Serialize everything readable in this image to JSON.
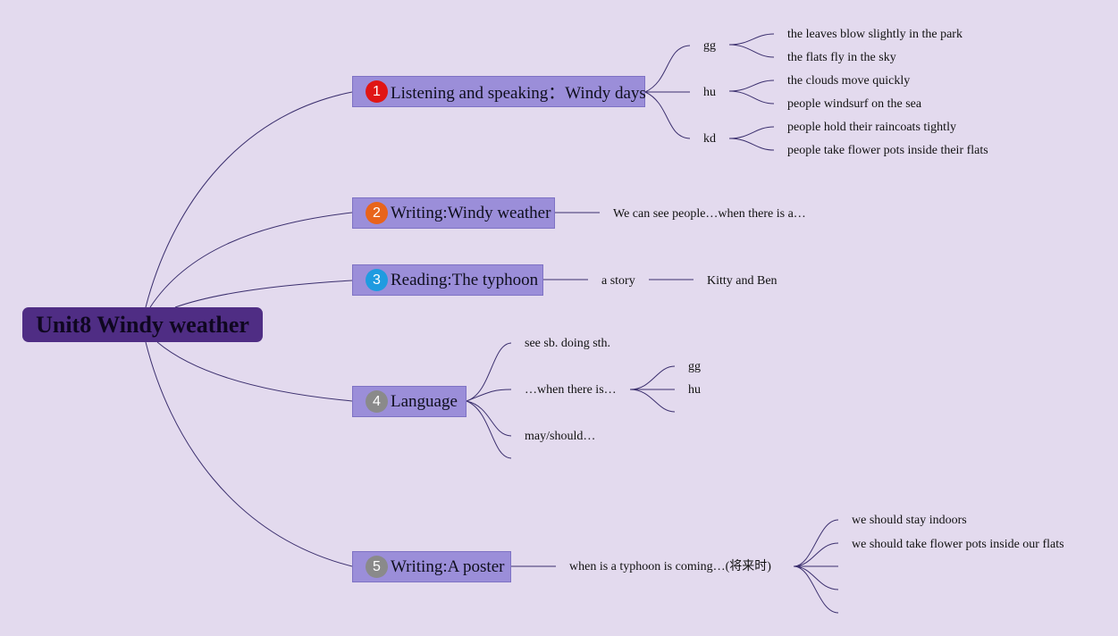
{
  "title": "Unit8 Windy weather",
  "colors": {
    "background": "#e3daee",
    "root": "#4f2d84",
    "branch": "#9b8ed9",
    "line": "#3b2f6e"
  },
  "branches": [
    {
      "number": "1",
      "number_color": "#e01515",
      "label": "Listening and speaking：Windy days",
      "children": [
        {
          "label": "gg",
          "children": [
            "the leaves blow slightly in the park",
            "the flats fly in the sky"
          ]
        },
        {
          "label": "hu",
          "children": [
            "the clouds move quickly",
            "people windsurf on the sea"
          ]
        },
        {
          "label": "kd",
          "children": [
            "people hold their raincoats tightly",
            "people take flower pots inside their flats"
          ]
        }
      ]
    },
    {
      "number": "2",
      "number_color": "#e8641b",
      "label": "Writing:Windy weather",
      "children": [
        {
          "label": "We can see people…when there is a…"
        }
      ]
    },
    {
      "number": "3",
      "number_color": "#1f9be0",
      "label": "Reading:The typhoon",
      "children": [
        {
          "label": "a story",
          "children": [
            "Kitty and Ben"
          ]
        }
      ]
    },
    {
      "number": "4",
      "number_color": "#8a8a8a",
      "label": "Language",
      "children": [
        {
          "label": "see sb. doing sth."
        },
        {
          "label": "…when there is…",
          "children": [
            "gg",
            "hu"
          ]
        },
        {
          "label": "may/should…"
        }
      ]
    },
    {
      "number": "5",
      "number_color": "#8a8a8a",
      "label": "Writing:A poster",
      "children": [
        {
          "label": "when is a typhoon is coming…(将来时)",
          "children": [
            "we should stay indoors",
            "we should take flower pots inside our flats"
          ]
        }
      ]
    }
  ]
}
